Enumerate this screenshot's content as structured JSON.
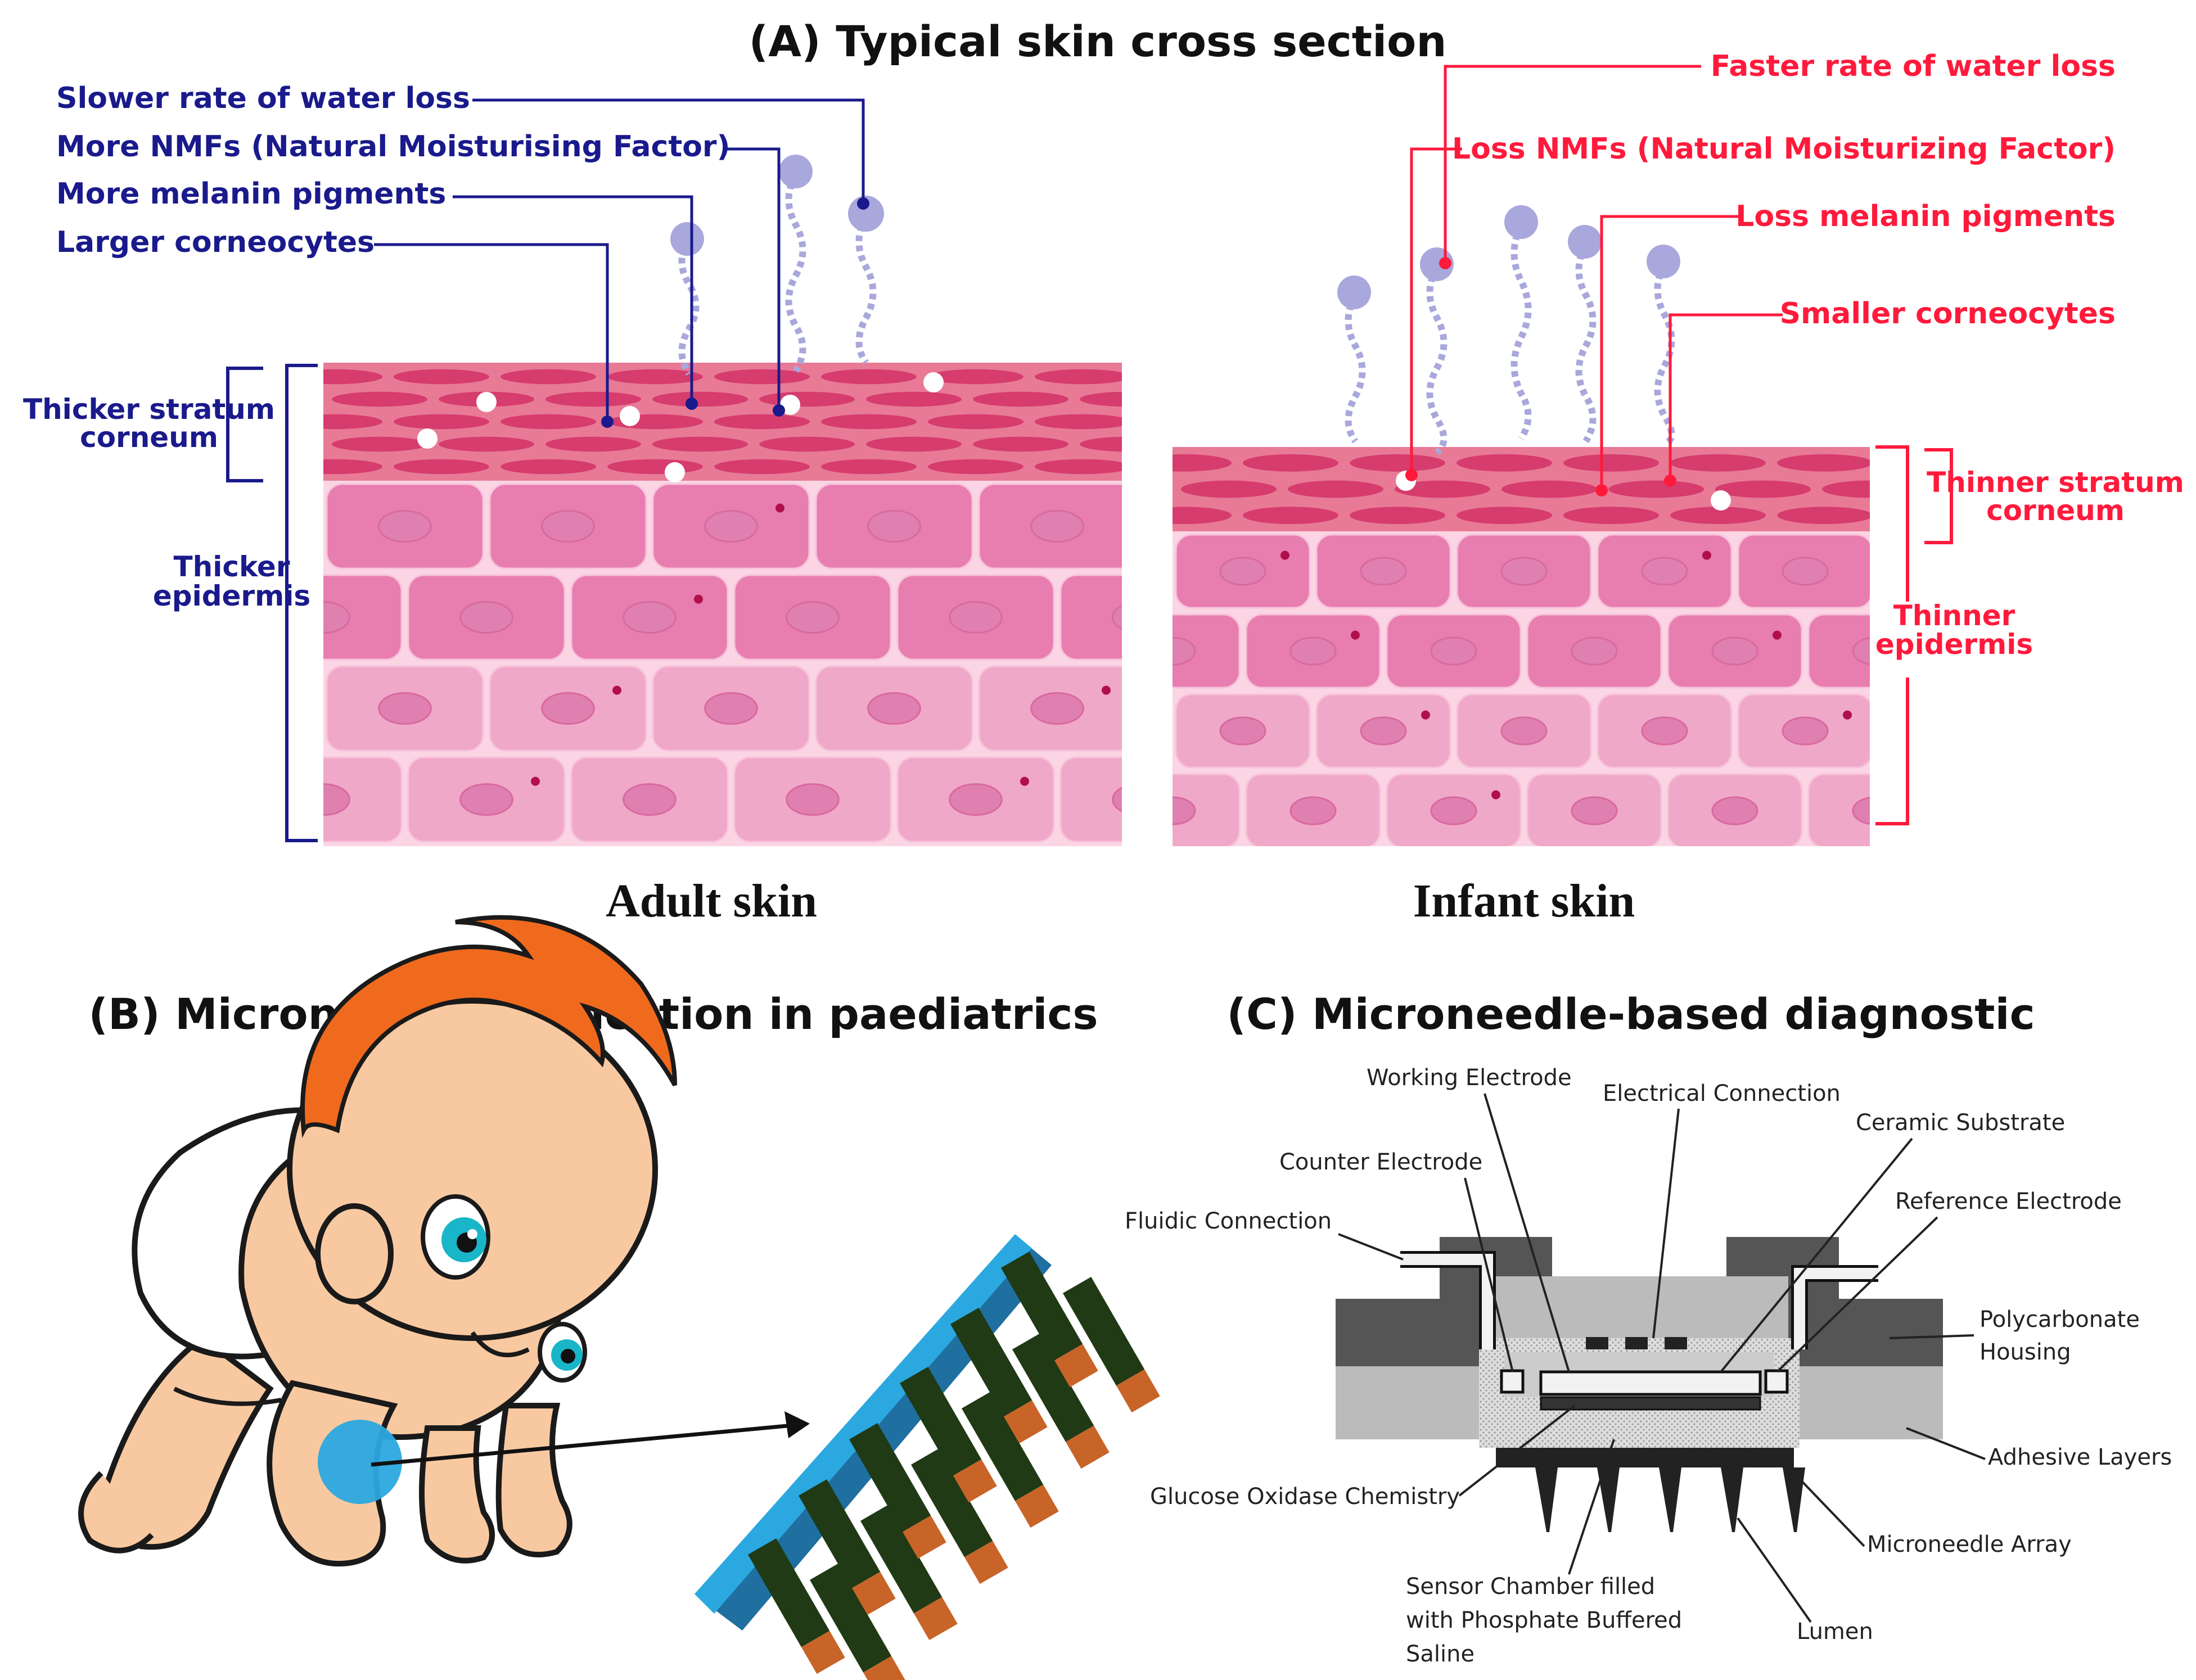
{
  "panel_a": {
    "title": "(A) Typical skin cross section",
    "adult": {
      "caption": "Adult skin",
      "callouts": [
        "Slower rate of water loss",
        "More NMFs (Natural Moisturising Factor)",
        "More melanin pigments",
        "Larger corneocytes"
      ],
      "stratum_label": [
        "Thicker stratum",
        "corneum"
      ],
      "epidermis_label": [
        "Thicker",
        "epidermis"
      ]
    },
    "infant": {
      "caption": "Infant skin",
      "callouts": [
        "Faster rate of water loss",
        "Loss NMFs (Natural Moisturizing Factor)",
        "Loss melanin pigments",
        "Smaller corneocytes"
      ],
      "stratum_label": [
        "Thinner stratum",
        "corneum"
      ],
      "epidermis_label": [
        "Thinner",
        "epidermis"
      ]
    }
  },
  "panel_b": {
    "title": "(B) Microneedle application in paediatrics"
  },
  "panel_c": {
    "title": "(C) Microneedle-based diagnostic",
    "labels": {
      "working_electrode": "Working Electrode",
      "electrical_connection": "Electrical Connection",
      "ceramic_substrate": "Ceramic Substrate",
      "counter_electrode": "Counter Electrode",
      "reference_electrode": "Reference Electrode",
      "fluidic_connection": "Fluidic Connection",
      "polycarbonate_housing": [
        "Polycarbonate",
        "Housing"
      ],
      "adhesive_layers": "Adhesive Layers",
      "glucose_oxidase": "Glucose Oxidase Chemistry",
      "microneedle_array": "Microneedle Array",
      "sensor_chamber": [
        "Sensor Chamber filled",
        "with Phosphate Buffered",
        "Saline"
      ],
      "lumen": "Lumen"
    }
  },
  "colors": {
    "adult_accent": "#1a1a8c",
    "infant_accent": "#ff1a3c",
    "stratum": "#e8708f",
    "corneocyte": "#d63c6e",
    "cell": "#f0a8c8",
    "cell_dark": "#e87db0",
    "nucleus": "#e080b0",
    "molecule": "#a8a8dc",
    "patch": "#2ba8e0",
    "needle": "#1f3a14",
    "needle_tip": "#c86428",
    "housing": "#555555",
    "adhesive": "#bbbbbb"
  }
}
